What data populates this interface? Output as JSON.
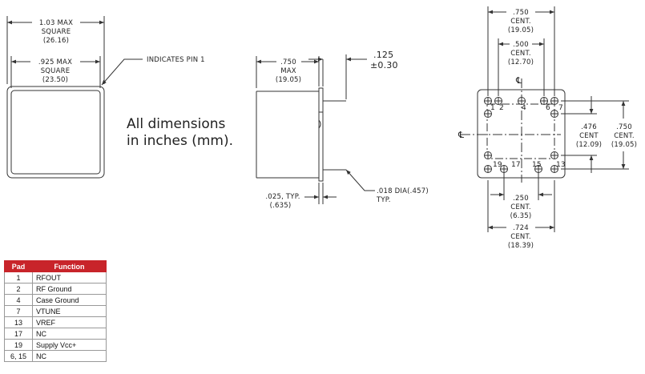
{
  "top_view": {
    "outer_line1": "1.03 MAX",
    "outer_line2": "SQUARE",
    "outer_line3": "(26.16)",
    "inner_line1": ".925 MAX",
    "inner_line2": "SQUARE",
    "inner_line3": "(23.50)",
    "pin1_note": "INDICATES PIN 1"
  },
  "note": {
    "line1": "All dimensions",
    "line2": "in inches (mm)."
  },
  "side_view": {
    "height_line1": ".750",
    "height_line2": "MAX",
    "height_line3": "(19.05)",
    "pin_len_line1": ".125",
    "pin_len_line2": "±0.30",
    "flange_line1": ".025, TYP.",
    "flange_line2": "(.635)",
    "dia_line1": ".018 DIA(.457)",
    "dia_line2": "TYP."
  },
  "bottom_view": {
    "d750_line1": ".750",
    "d750_line2": "CENT.",
    "d750_line3": "(19.05)",
    "d500_line1": ".500",
    "d500_line2": "CENT.",
    "d500_line3": "(12.70)",
    "d476_line1": ".476",
    "d476_line2": "CENT",
    "d476_line3": "(12.09)",
    "dv750_line1": ".750",
    "dv750_line2": "CENT.",
    "dv750_line3": "(19.05)",
    "d250_line1": ".250",
    "d250_line2": "CENT.",
    "d250_line3": "(6.35)",
    "d724_line1": ".724",
    "d724_line2": "CENT.",
    "d724_line3": "(18.39)",
    "centerline": "℄",
    "pins": {
      "p1": "1",
      "p2": "2",
      "p4": "4",
      "p6": "6",
      "p7": "7",
      "p19": "19",
      "p17": "17",
      "p15": "15",
      "p13": "13"
    }
  },
  "pin_table": {
    "headers": {
      "pad": "Pad",
      "function": "Function"
    },
    "rows": [
      {
        "pad": "1",
        "function": "RFOUT"
      },
      {
        "pad": "2",
        "function": "RF Ground"
      },
      {
        "pad": "4",
        "function": "Case Ground"
      },
      {
        "pad": "7",
        "function": "VTUNE"
      },
      {
        "pad": "13",
        "function": "VREF"
      },
      {
        "pad": "17",
        "function": "NC"
      },
      {
        "pad": "19",
        "function": "Supply Vcc+"
      },
      {
        "pad": "6, 15",
        "function": "NC"
      }
    ]
  },
  "colors": {
    "table_header": "#c8242a",
    "line": "#333333"
  }
}
